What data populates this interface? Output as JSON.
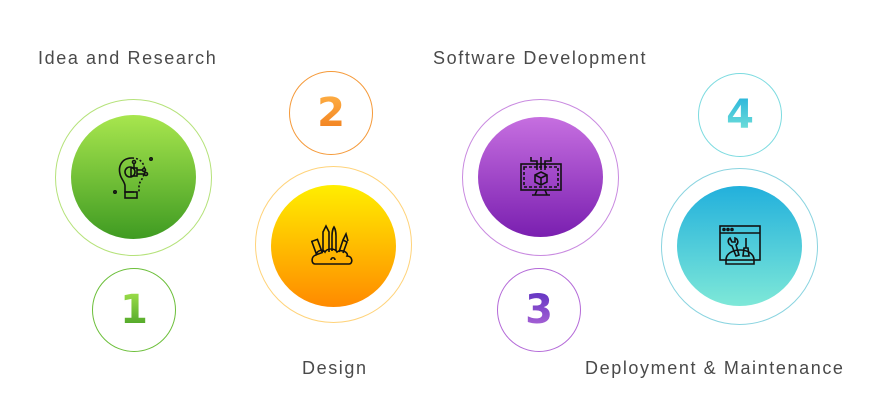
{
  "steps": [
    {
      "number": "1",
      "title": "Idea and Research",
      "icon": "lightbulb-gear-icon",
      "colors": {
        "top": "#a8e64e",
        "bottom": "#3f9b22",
        "ring": "#b5e27a",
        "num_ring": "#6cbf3a"
      }
    },
    {
      "number": "2",
      "title": "Design",
      "icon": "art-supplies-icon",
      "colors": {
        "top": "#ffee00",
        "bottom": "#ff8a00",
        "ring": "#ffd37a",
        "num_ring": "#f59a3a"
      }
    },
    {
      "number": "3",
      "title": "Software Development",
      "icon": "monitor-cube-icon",
      "colors": {
        "top": "#c66fe0",
        "bottom": "#7a1fb0",
        "ring": "#c98ae0",
        "num_ring": "#b46ad8"
      }
    },
    {
      "number": "4",
      "title": "Deployment & Maintenance",
      "icon": "browser-tools-icon",
      "colors": {
        "top": "#22b0dc",
        "bottom": "#7ee8d8",
        "ring": "#8ad4e0",
        "num_ring": "#7ddbe0"
      }
    }
  ]
}
